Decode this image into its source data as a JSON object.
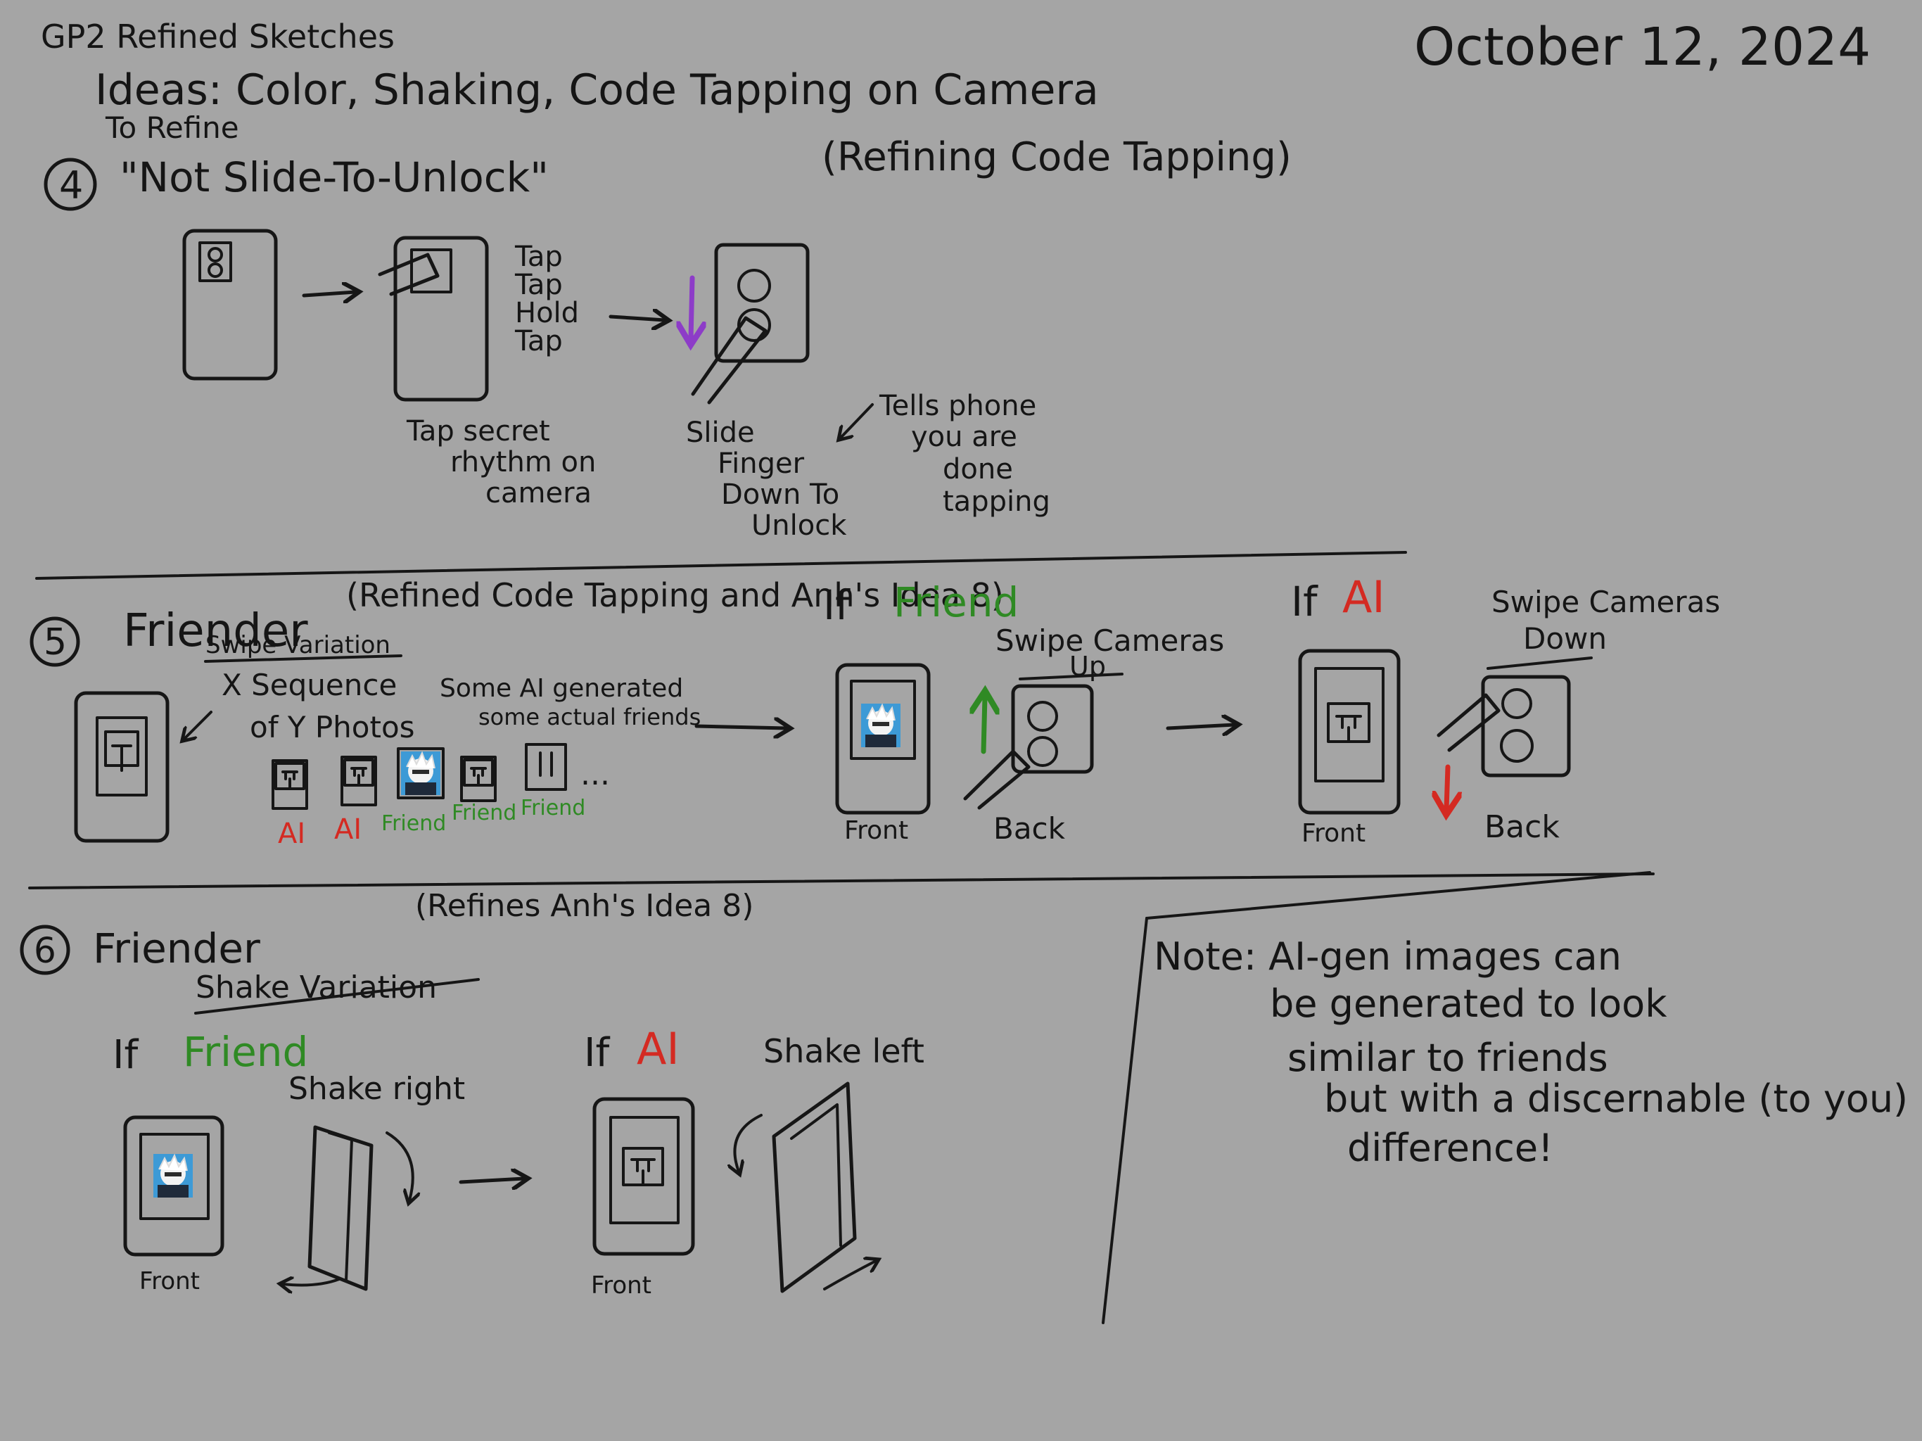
{
  "header": {
    "title": "GP2 Refined Sketches",
    "ideas": "Ideas: Color, Shaking, Code Tapping on Camera",
    "to_refine": "To Refine",
    "date": "October 12, 2024"
  },
  "section4": {
    "number": "4",
    "title": "\"Not Slide-To-Unlock\"",
    "refining": "(Refining Code Tapping)",
    "taps": [
      "Tap",
      "Tap",
      "Hold",
      "Tap"
    ],
    "caption_camera": [
      "Tap secret",
      "rhythm on",
      "camera"
    ],
    "caption_slide": [
      "Slide",
      "Finger",
      "Down To",
      "Unlock"
    ],
    "caption_tells": [
      "Tells phone",
      "you are",
      "done",
      "tapping"
    ]
  },
  "section5": {
    "number": "5",
    "title": "Friender",
    "refined": "(Refined Code Tapping and Anh's Idea 8)",
    "variation": "Swipe Variation",
    "seq": [
      "X Sequence",
      "of Y Photos"
    ],
    "note": [
      "Some AI generated",
      "some actual friends"
    ],
    "photo_labels": [
      "AI",
      "AI",
      "Friend",
      "Friend",
      "Friend"
    ],
    "ellipsis": "...",
    "if_word": "If",
    "friend_word": "Friend",
    "ai_word": "AI",
    "swipe_up": [
      "Swipe Cameras",
      "Up"
    ],
    "swipe_down": [
      "Swipe Cameras",
      "Down"
    ],
    "front": "Front",
    "back": "Back"
  },
  "section6": {
    "number": "6",
    "title": "Friender",
    "refines": "(Refines Anh's Idea 8)",
    "variation": "Shake Variation",
    "if_word": "If",
    "friend_word": "Friend",
    "ai_word": "AI",
    "shake_right": "Shake right",
    "shake_left": "Shake left",
    "front": "Front",
    "note": [
      "Note: AI-gen images can",
      "be generated to look",
      "similar to friends",
      "but with a discernable (to you)",
      "difference!"
    ]
  },
  "colors": {
    "background": "#a5a5a5",
    "ink": "#161616",
    "ai_red": "#d42a22",
    "friend_green": "#2f8a24",
    "slide_purple": "#8d3cc8"
  }
}
